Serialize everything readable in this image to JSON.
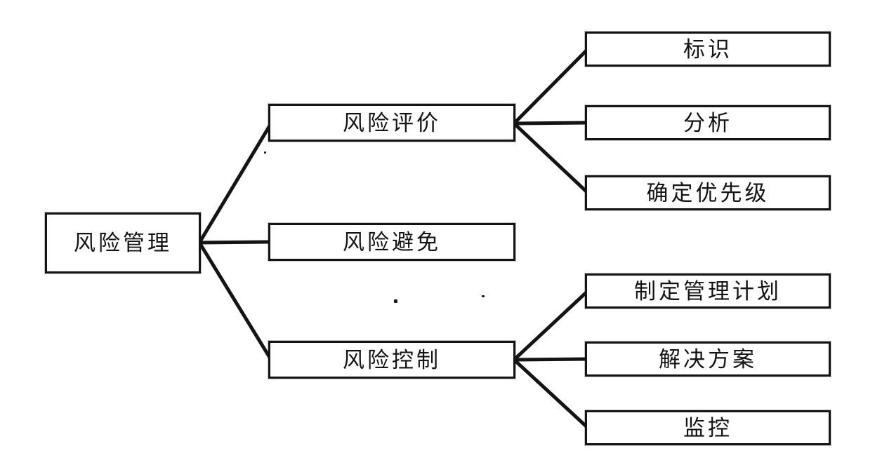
{
  "diagram": {
    "title": "risk-management-hierarchy",
    "root": {
      "label": "风险管理"
    },
    "branches": [
      {
        "label": "风险评价",
        "children": [
          {
            "label": "标识"
          },
          {
            "label": "分析"
          },
          {
            "label": "确定优先级"
          }
        ]
      },
      {
        "label": "风险避免",
        "children": []
      },
      {
        "label": "风险控制",
        "children": [
          {
            "label": "制定管理计划"
          },
          {
            "label": "解决方案"
          },
          {
            "label": "监控"
          }
        ]
      }
    ],
    "style": {
      "line_color": "#141414",
      "box_background": "#ffffff",
      "text_color": "#141414"
    }
  }
}
